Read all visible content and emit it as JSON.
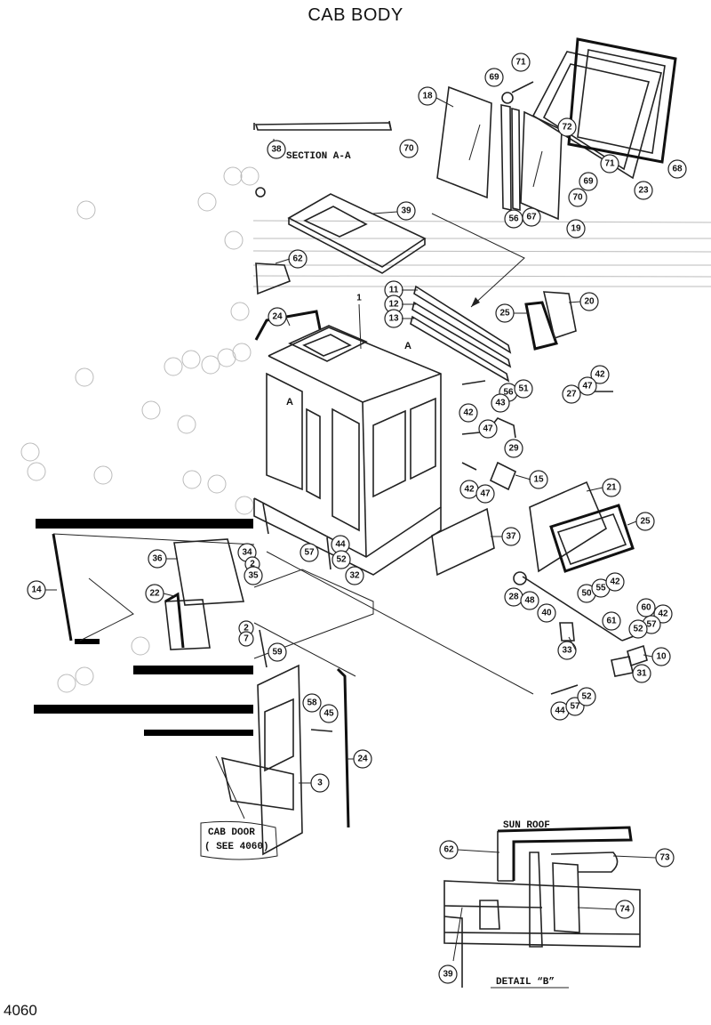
{
  "title": "CAB BODY",
  "page_number": "4060",
  "section_label": "SECTION  A-A",
  "arrow_a_label": "A",
  "cab_door_note": [
    "CAB  DOOR",
    "( SEE  4060)"
  ],
  "sun_roof_label": "SUN  ROOF",
  "detail_label": "DETAIL  “B”",
  "callouts": [
    "71",
    "69",
    "18",
    "72",
    "70",
    "71",
    "68",
    "69",
    "70",
    "23",
    "56",
    "67",
    "19",
    "38",
    "39",
    "62",
    "11",
    "12",
    "13",
    "20",
    "25",
    "24",
    "1",
    "42",
    "47",
    "27",
    "56",
    "51",
    "43",
    "42",
    "47",
    "29",
    "42",
    "47",
    "15",
    "21",
    "25",
    "37",
    "36",
    "34",
    "2",
    "35",
    "44",
    "57",
    "52",
    "32",
    "14",
    "22",
    "28",
    "48",
    "40",
    "50",
    "55",
    "42",
    "60",
    "61",
    "42",
    "57",
    "52",
    "33",
    "10",
    "31",
    "2",
    "7",
    "59",
    "58",
    "45",
    "24",
    "3",
    "44",
    "57",
    "52",
    "62",
    "73",
    "74",
    "39"
  ]
}
